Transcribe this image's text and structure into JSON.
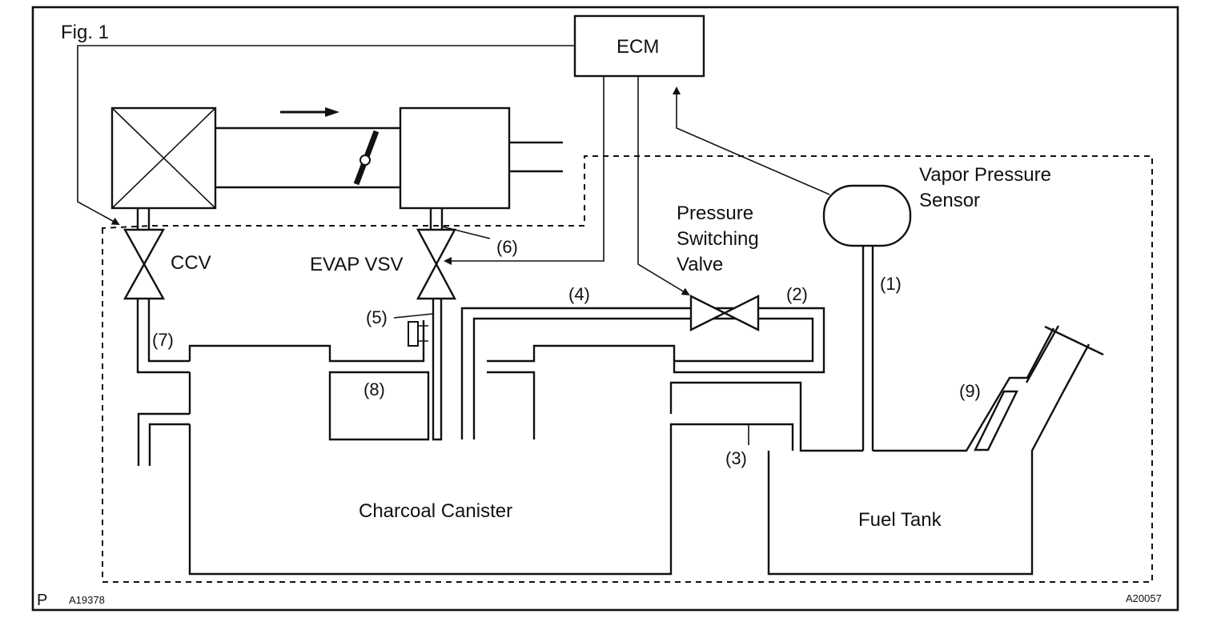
{
  "figure": {
    "caption": "Fig. 1",
    "corner_letter": "P",
    "code_left": "A19378",
    "code_right": "A20057"
  },
  "components": {
    "ecm": "ECM",
    "vapor_pressure_sensor_line1": "Vapor Pressure",
    "vapor_pressure_sensor_line2": "Sensor",
    "pressure_switching_valve_line1": "Pressure",
    "pressure_switching_valve_line2": "Switching",
    "pressure_switching_valve_line3": "Valve",
    "ccv": "CCV",
    "evap_vsv": "EVAP VSV",
    "charcoal_canister": "Charcoal Canister",
    "fuel_tank": "Fuel Tank"
  },
  "callouts": {
    "c1": "(1)",
    "c2": "(2)",
    "c3": "(3)",
    "c4": "(4)",
    "c5": "(5)",
    "c6": "(6)",
    "c7": "(7)",
    "c8": "(8)",
    "c9": "(9)"
  }
}
